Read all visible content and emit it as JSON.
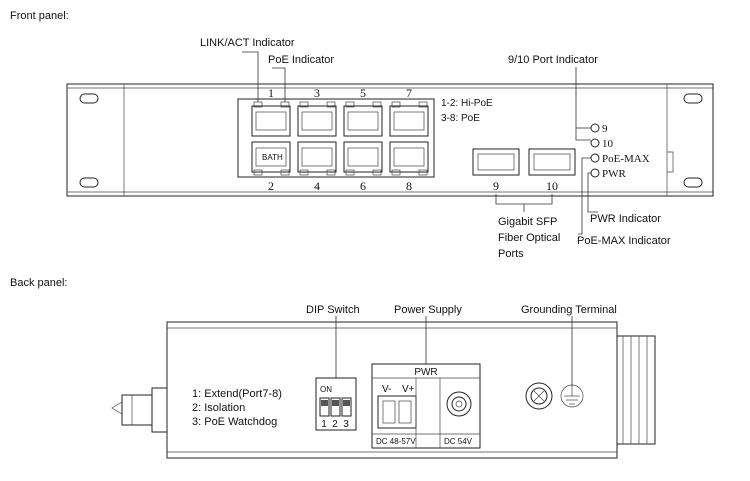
{
  "front": {
    "heading": "Front panel:",
    "callouts": {
      "link_act": "LINK/ACT Indicator",
      "poe_indicator": "PoE Indicator",
      "port_9_10": "9/10 Port Indicator",
      "sfp_line1": "Gigabit SFP",
      "sfp_line2": "Fiber Optical",
      "sfp_line3": "Ports",
      "pwr_indicator": "PWR Indicator",
      "poe_max_indicator": "PoE-MAX Indicator"
    },
    "port_legend": [
      "1-2: Hi-PoE",
      "3-8: PoE"
    ],
    "rj45_top": [
      "1",
      "3",
      "5",
      "7"
    ],
    "rj45_bottom": [
      "2",
      "4",
      "6",
      "8"
    ],
    "sfp_ports": [
      "9",
      "10"
    ],
    "leds": [
      "9",
      "10",
      "PoE-MAX",
      "PWR"
    ],
    "port_tag": "BATH"
  },
  "back": {
    "heading": "Back panel:",
    "callouts": {
      "dip": "DIP Switch",
      "power": "Power Supply",
      "ground": "Grounding Terminal"
    },
    "dip_legend": [
      "1: Extend(Port7-8)",
      "2: Isolation",
      "3: PoE Watchdog"
    ],
    "dip_on": "ON",
    "dip_numbers": [
      "1",
      "2",
      "3"
    ],
    "pwr_label": "PWR",
    "terminal_labels": [
      "V-",
      "V+"
    ],
    "terminal_rating": "DC 48-57V",
    "jack_rating": "DC 54V"
  }
}
